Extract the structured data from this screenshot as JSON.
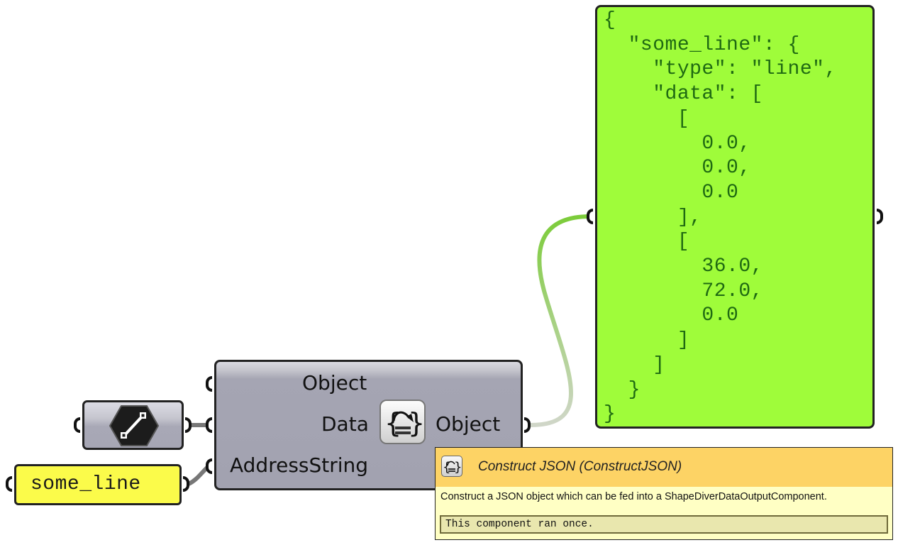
{
  "canvas": {
    "json_panel": {
      "lines": [
        "{",
        "  \"some_line\": {",
        "    \"type\": \"line\",",
        "    \"data\": [",
        "      [",
        "        0.0,",
        "        0.0,",
        "        0.0",
        "      ],",
        "      [",
        "        36.0,",
        "        72.0,",
        "        0.0",
        "      ]",
        "    ]",
        "  }",
        "}"
      ],
      "color": "#9ffc3a"
    },
    "component": {
      "name": "Construct JSON",
      "nickname": "ConstructJSON",
      "icon": "construct-json-icon",
      "inputs": [
        {
          "label": "Object"
        },
        {
          "label": "Data"
        },
        {
          "label": "AddressString"
        }
      ],
      "outputs": [
        {
          "label": "Object"
        }
      ]
    },
    "line_param": {
      "icon": "line-icon"
    },
    "string_panel": {
      "text": "some_line",
      "color": "#fbfb4a"
    },
    "tooltip": {
      "title": "Construct JSON (ConstructJSON)",
      "description": "Construct a JSON object which can be fed into a ShapeDiverDataOutputComponent.",
      "status": "This component ran once.",
      "header_color": "#fdd365"
    },
    "wire_colors": {
      "data_wire_start": "#c8d4bd",
      "data_wire_end": "#7ccc3a",
      "input_wire": "#777777"
    }
  }
}
